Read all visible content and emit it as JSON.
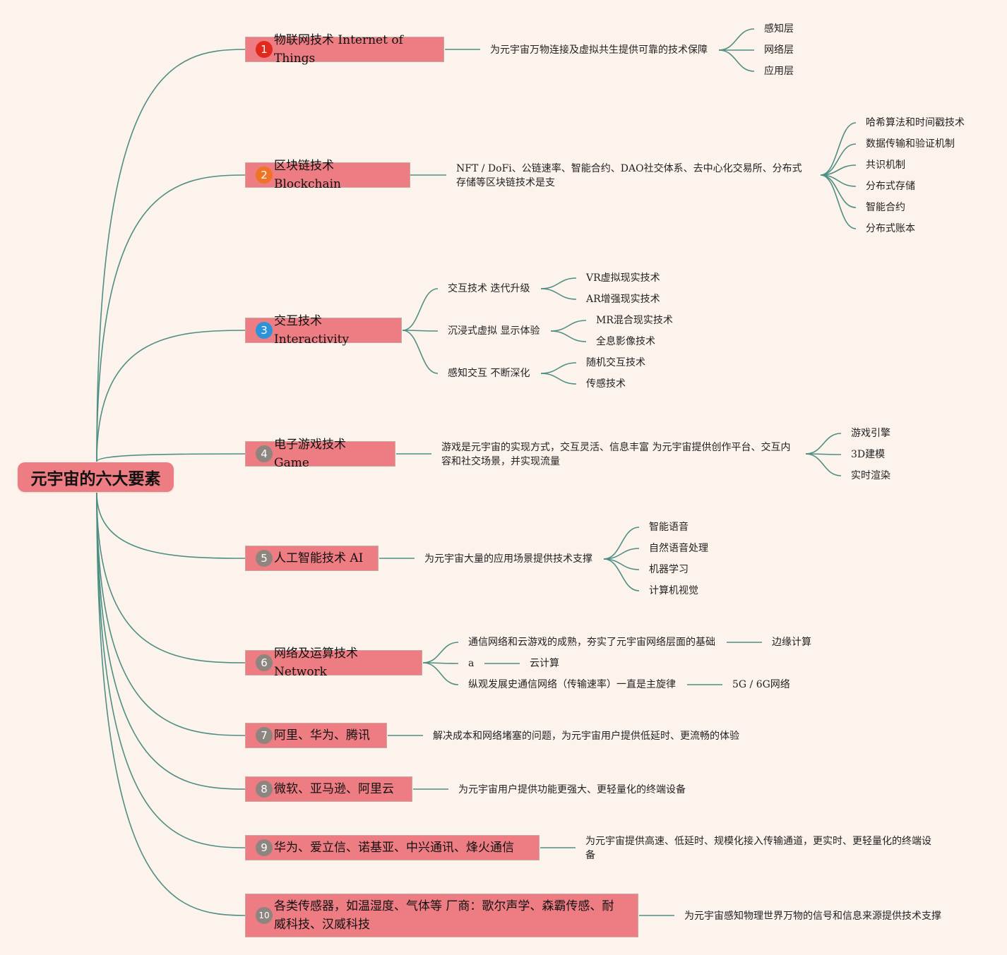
{
  "root": "元宇宙的六大要素",
  "colors": {
    "background": "#fdf3ed",
    "node_fill": "#ee7c83",
    "node_border": "#c9a8a0",
    "connector": "#4f8f83",
    "badge_1": "#e12a1c",
    "badge_2": "#f07426",
    "badge_3": "#2d93d8",
    "badge_muted": "#8f8580"
  },
  "branches": [
    {
      "badge": "1",
      "label": "物联网技术 Internet of Things",
      "desc": "为元宇宙万物连接及虚拟共生提供可靠的技术保障",
      "leaves": [
        "感知层",
        "网络层",
        "应用层"
      ]
    },
    {
      "badge": "2",
      "label": "区块链技术 Blockchain",
      "desc": "NFT / DoFi、公链速率、智能合约、DAO社交体系、去中心化交易所、分布式存储等区块链技术是支",
      "leaves": [
        "哈希算法和时间戳技术",
        "数据传输和验证机制",
        "共识机制",
        "分布式存储",
        "智能合约",
        "分布式账本"
      ]
    },
    {
      "badge": "3",
      "label": "交互技术 Interactivity",
      "subs": [
        {
          "text": "交互技术 迭代升级",
          "leaves": [
            "VR虚拟现实技术",
            "AR增强现实技术"
          ]
        },
        {
          "text": "沉浸式虚拟 显示体验",
          "leaves": [
            "MR混合现实技术",
            "全息影像技术"
          ]
        },
        {
          "text": "感知交互 不断深化",
          "leaves": [
            "随机交互技术",
            "传感技术"
          ]
        }
      ]
    },
    {
      "badge": "4",
      "label": "电子游戏技术 Game",
      "desc": "游戏是元宇宙的实现方式，交互灵活、信息丰富 为元宇宙提供创作平台、交互内容和社交场景，并实现流量",
      "leaves": [
        "游戏引擎",
        "3D建模",
        "实时渲染"
      ]
    },
    {
      "badge": "5",
      "label": "人工智能技术 AI",
      "desc": "为元宇宙大量的应用场景提供技术支撑",
      "leaves": [
        "智能语音",
        "自然语音处理",
        "机器学习",
        "计算机视觉"
      ]
    },
    {
      "badge": "6",
      "label": "网络及运算技术 Network",
      "subs": [
        {
          "text": "通信网络和云游戏的成熟，夯实了元宇宙网络层面的基础",
          "leaves": [
            "边缘计算"
          ]
        },
        {
          "text": "a",
          "leaves": [
            "云计算"
          ]
        },
        {
          "text": "纵观发展史通信网络（传输速率）一直是主旋律",
          "leaves": [
            "5G / 6G网络"
          ]
        }
      ]
    },
    {
      "badge": "7",
      "label": "阿里、华为、腾讯",
      "desc": "解决成本和网络堵塞的问题，为元宇宙用户提供低延时、更流畅的体验"
    },
    {
      "badge": "8",
      "label": "微软、亚马逊、阿里云",
      "desc": "为元宇宙用户提供功能更强大、更轻量化的终端设备"
    },
    {
      "badge": "9",
      "label": "华为、爱立信、诺基亚、中兴通讯、烽火通信",
      "desc": "为元宇宙提供高速、低延时、规模化接入传输通道，更实时、更轻量化的终端设备"
    },
    {
      "badge": "10",
      "label": "各类传感器，如温湿度、气体等 厂商：歌尔声学、森霸传感、耐威科技、汉威科技",
      "desc": "为元宇宙感知物理世界万物的信号和信息来源提供技术支撑"
    }
  ]
}
